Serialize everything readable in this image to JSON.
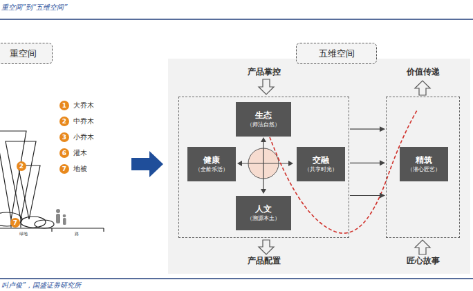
{
  "diagram": {
    "title": "重空间”到“五维空间”",
    "caption": "叫卢俊”，国盛证券研究所",
    "nodes": [
      {
        "text": [
          "重空间"
        ]
      },
      {
        "text": [
          "五维空间"
        ]
      },
      {
        "text": [
          "产品掌控",
          "产品配置"
        ]
      },
      {
        "text": [
          "生态",
          "（师法自然）"
        ],
        "in": 2
      },
      {
        "text": [
          "健康",
          "（全龄乐活）"
        ],
        "in": 2
      },
      {
        "text": [
          "交融",
          "（共享时光）"
        ],
        "in": 2
      },
      {
        "text": [
          "人文",
          "（溯源本土）"
        ],
        "in": 2
      },
      {
        "text": [
          "价值传递",
          "匠心故事"
        ]
      },
      {
        "text": [
          "精筑",
          "（潜心匠艺）"
        ],
        "in": 7
      }
    ],
    "edges": [
      {
        "from": 2,
        "to": 7,
        "arrow": "to"
      },
      {
        "from": 2,
        "to": 7,
        "arrow": "to"
      },
      {
        "from": 2,
        "to": 7,
        "arrow": "to"
      }
    ],
    "labels": [
      "1",
      "2",
      "3",
      "6",
      "7",
      "2",
      "7",
      "绿地",
      "路"
    ],
    "legend": [
      {
        "text": "大乔木",
        "color": "#e8891d"
      },
      {
        "text": "中乔木",
        "color": "#e8891d"
      },
      {
        "text": "小乔木",
        "color": "#e8891d"
      },
      {
        "text": "灌木",
        "color": "#e8891d"
      },
      {
        "text": "地被",
        "color": "#e8891d"
      }
    ]
  }
}
